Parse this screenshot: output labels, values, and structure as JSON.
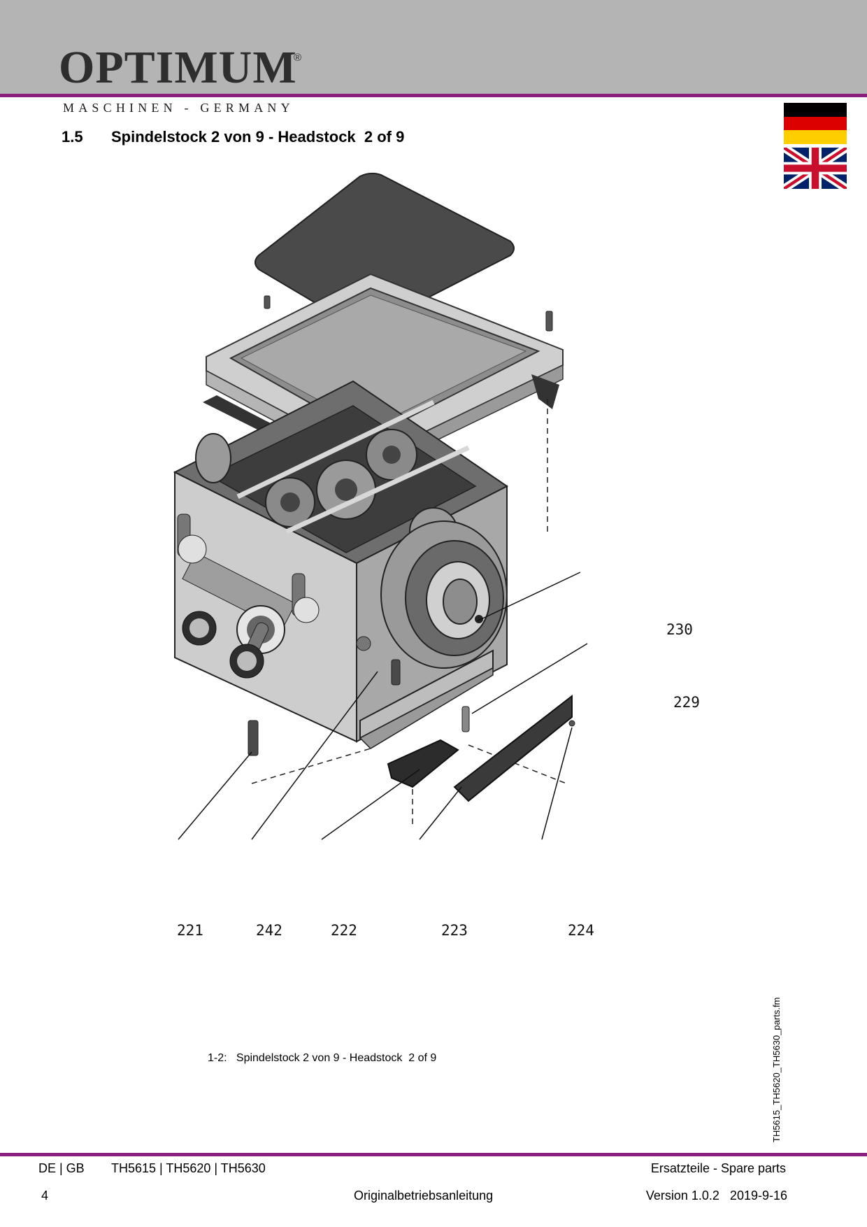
{
  "header": {
    "brand": "OPTIMUM",
    "brand_mark": "®",
    "tagline": "MASCHINEN - GERMANY"
  },
  "section": {
    "number": "1.5",
    "title": "Spindelstock 2 von 9 - Headstock  2 of 9"
  },
  "flags": [
    {
      "name": "germany-flag",
      "colors": [
        "#000000",
        "#dd0000",
        "#ffce00"
      ]
    },
    {
      "name": "uk-flag",
      "colors": [
        "#012169",
        "#ffffff",
        "#c8102e"
      ]
    }
  ],
  "drawing": {
    "callouts": [
      "230",
      "229",
      "221",
      "242",
      "222",
      "223",
      "224"
    ]
  },
  "figure_caption": "1-2:   Spindelstock 2 von 9 - Headstock  2 of 9",
  "side_filename": "TH5615_TH5620_TH5630_parts.fm",
  "footer": {
    "lang": "DE | GB",
    "models": "TH5615 | TH5620 | TH5630",
    "section": "Ersatzteile - Spare parts",
    "page": "4",
    "doc": "Originalbetriebsanleitung",
    "version": "Version 1.0.2   2019-9-16"
  },
  "colors": {
    "header_band": "#b4b4b4",
    "accent_rule": "#8a1f7d"
  }
}
